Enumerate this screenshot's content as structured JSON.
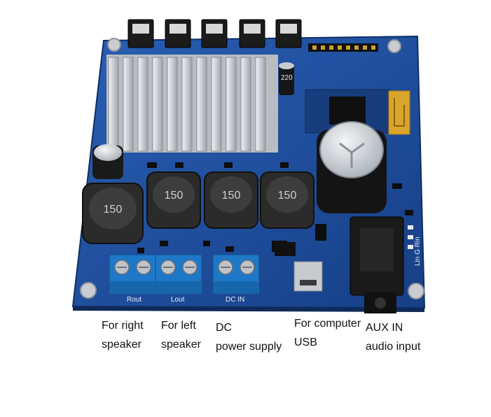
{
  "captions": {
    "right_speaker": [
      "For right",
      "speaker"
    ],
    "left_speaker": [
      "For left",
      "speaker"
    ],
    "dc_power": [
      "DC",
      "power supply"
    ],
    "computer_usb": [
      "For computer",
      "USB"
    ],
    "aux_in": [
      "AUX IN",
      "audio input"
    ]
  },
  "board_labels": {
    "rout": "Rout",
    "lout": "Lout",
    "dc_in": "DC IN",
    "inductor_marking": "150",
    "capacitor_marking": "220",
    "aux_pins": "Lin G Rin"
  },
  "colors": {
    "pcb": "#1f4f9e",
    "pcb_dark": "#143a7a",
    "terminal_block": "#1e78c8",
    "heatsink": "#d5d8dc",
    "inductor": "#2b2b2b",
    "gold": "#d9a52c"
  }
}
